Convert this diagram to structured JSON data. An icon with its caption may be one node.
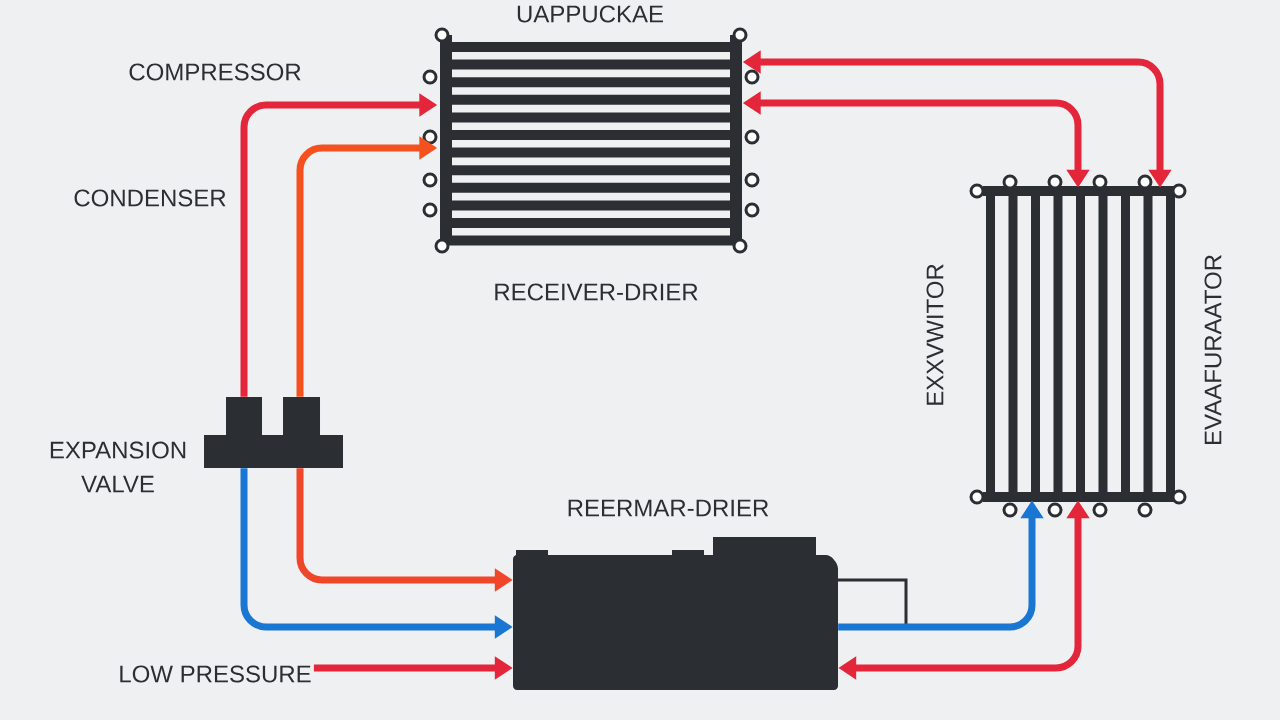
{
  "diagram": {
    "nodes": [
      {
        "text": [
          "UAPPUCKAE",
          "RECEIVER-DRIER"
        ]
      },
      {
        "text": [
          "EXXVWITOR",
          "EVAAFURAATOR"
        ]
      },
      {
        "text": [
          "REERMAR-DRIER"
        ]
      },
      {
        "text": [
          "EXPANSION VALVE"
        ]
      },
      {
        "text": [
          "LOW PRESSURE"
        ]
      }
    ],
    "edges": [
      {
        "from": 3,
        "to": 0,
        "arrow": "to",
        "color": "#e3263a"
      },
      {
        "from": 3,
        "to": 0,
        "arrow": "to",
        "color": "#f4511e"
      },
      {
        "from": 3,
        "to": 2,
        "arrow": "to",
        "color": "#f0462a"
      },
      {
        "from": 3,
        "to": 2,
        "arrow": "to",
        "color": "#1976d2"
      },
      {
        "from": 4,
        "to": 2,
        "arrow": "to",
        "color": "#e3263a"
      },
      {
        "from": 1,
        "to": 0,
        "arrow": "both",
        "color": "#e3263a"
      },
      {
        "from": 1,
        "to": 0,
        "arrow": "both",
        "color": "#e3263a"
      },
      {
        "from": 2,
        "to": 1,
        "arrow": "to",
        "color": "#1976d2"
      },
      {
        "from": 2,
        "to": 1,
        "arrow": "both",
        "color": "#e3263a"
      }
    ],
    "labels": [
      "COMPRESSOR",
      "CONDENSER"
    ]
  }
}
